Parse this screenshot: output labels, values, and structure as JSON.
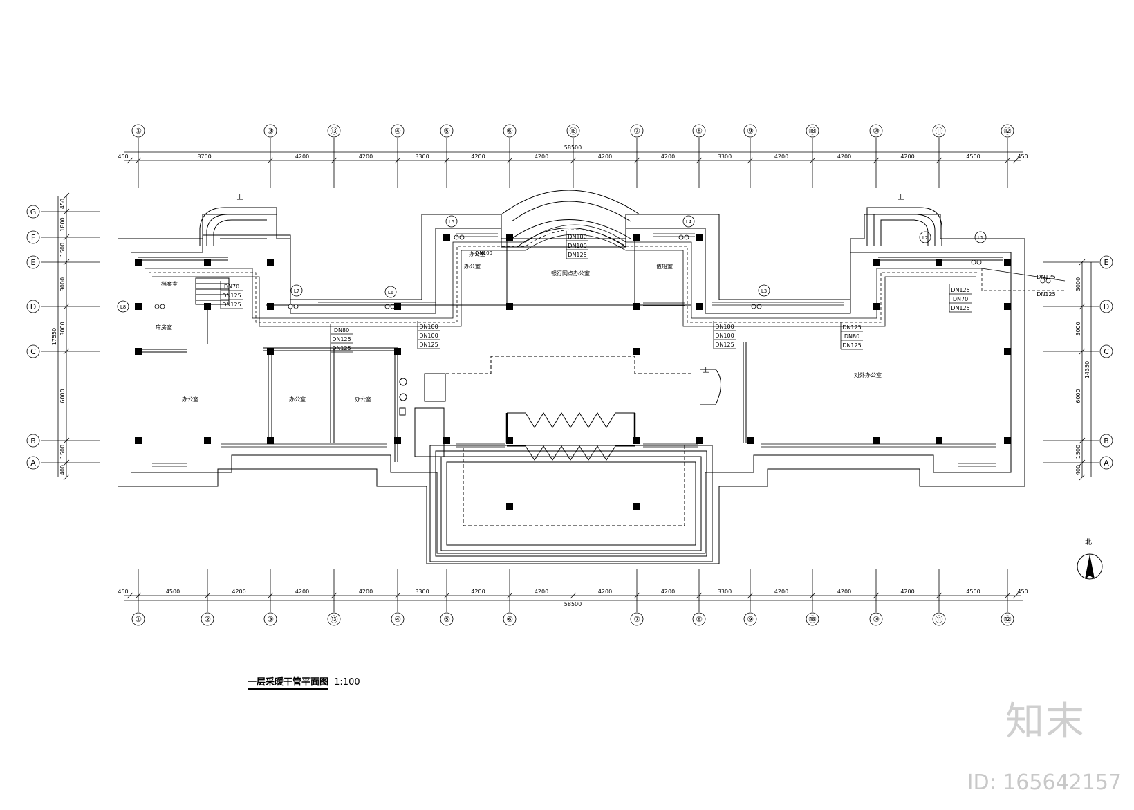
{
  "drawing": {
    "title": "一层采暖干管平面图",
    "scale": "1:100",
    "north_label": "北"
  },
  "axes": {
    "top": [
      "①",
      "③",
      "⑬",
      "④",
      "⑤",
      "⑥",
      "⑯",
      "⑦",
      "⑧",
      "⑨",
      "⑱",
      "⑩",
      "⑪",
      "⑫"
    ],
    "bottom": [
      "①",
      "②",
      "③",
      "⑬",
      "④",
      "⑤",
      "⑥",
      "⑦",
      "⑧",
      "⑨",
      "⑱",
      "⑩",
      "⑪",
      "⑫"
    ],
    "left": [
      "G",
      "F",
      "E",
      "D",
      "C",
      "B",
      "A"
    ],
    "right": [
      "E",
      "D",
      "C",
      "B",
      "A"
    ]
  },
  "dimensions": {
    "top_segments": [
      "450",
      "8700",
      "4200",
      "4200",
      "3300",
      "4200",
      "4200",
      "4200",
      "4200",
      "3300",
      "4200",
      "4200",
      "4200",
      "4500",
      "450"
    ],
    "top_total": "58500",
    "bottom_segments": [
      "450",
      "4500",
      "4200",
      "4200",
      "4200",
      "3300",
      "4200",
      "4200",
      "4200",
      "4200",
      "3300",
      "4200",
      "4200",
      "4200",
      "4500",
      "450"
    ],
    "bottom_total": "58500",
    "left_segments": [
      "450",
      "1800",
      "1500",
      "3000",
      "3000",
      "6000",
      "1500",
      "400"
    ],
    "left_total": "17550",
    "right_segments": [
      "3000",
      "3000",
      "6000",
      "1500",
      "400"
    ],
    "right_total": "14350"
  },
  "rooms": {
    "r1": "办公室",
    "r2": "办公室",
    "r3": "办公室",
    "r4": "档案室",
    "r5": "库房室",
    "r6": "办公室",
    "r7": "银行网点办公室",
    "r8": "值班室",
    "r9": "对外办公室",
    "r10": "办公室"
  },
  "stairs_label_left": "上",
  "stairs_label_right": "上",
  "stairs_label_mid": "上",
  "risers": [
    "L1",
    "L2",
    "L3",
    "L4",
    "L5",
    "L6",
    "L7",
    "L8"
  ],
  "pipe_labels": {
    "g1": [
      "DN70",
      "DN125",
      "DN125"
    ],
    "g2": [
      "DN80",
      "DN125",
      "DN125"
    ],
    "g3": [
      "DN100",
      "DN100",
      "DN125"
    ],
    "g4": [
      "DN100",
      "DN100",
      "DN125"
    ],
    "g5": [
      "DN100",
      "DN100",
      "DN125"
    ],
    "g6": [
      "DN125",
      "DN80",
      "DN125"
    ],
    "g7": [
      "DN125",
      "DN70",
      "DN125"
    ],
    "g8": [
      "DN125",
      "DN125"
    ],
    "g9": "DN100"
  },
  "watermark": {
    "logo": "知末",
    "id": "ID: 165642157"
  }
}
